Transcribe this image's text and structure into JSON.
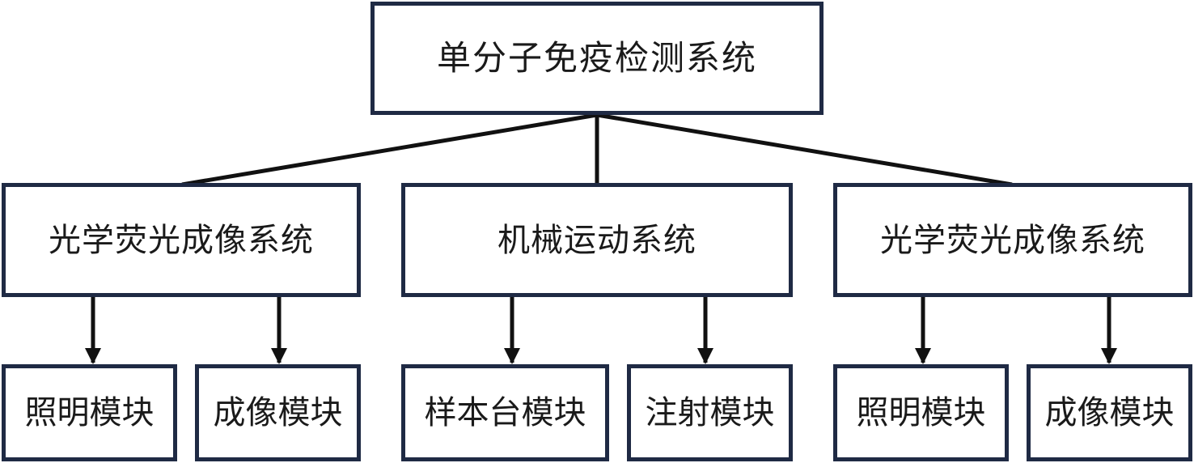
{
  "diagram": {
    "root": {
      "label": "单分子免疫检测系统"
    },
    "subsystems": [
      {
        "label": "光学荧光成像系统",
        "modules": [
          {
            "label": "照明模块"
          },
          {
            "label": "成像模块"
          }
        ]
      },
      {
        "label": "机械运动系统",
        "modules": [
          {
            "label": "样本台模块"
          },
          {
            "label": "注射模块"
          }
        ]
      },
      {
        "label": "光学荧光成像系统",
        "modules": [
          {
            "label": "照明模块"
          },
          {
            "label": "成像模块"
          }
        ]
      }
    ]
  },
  "colors": {
    "box_border": "#1f2a44",
    "connector": "#111111",
    "text": "#1a1a1a",
    "background": "#ffffff"
  }
}
